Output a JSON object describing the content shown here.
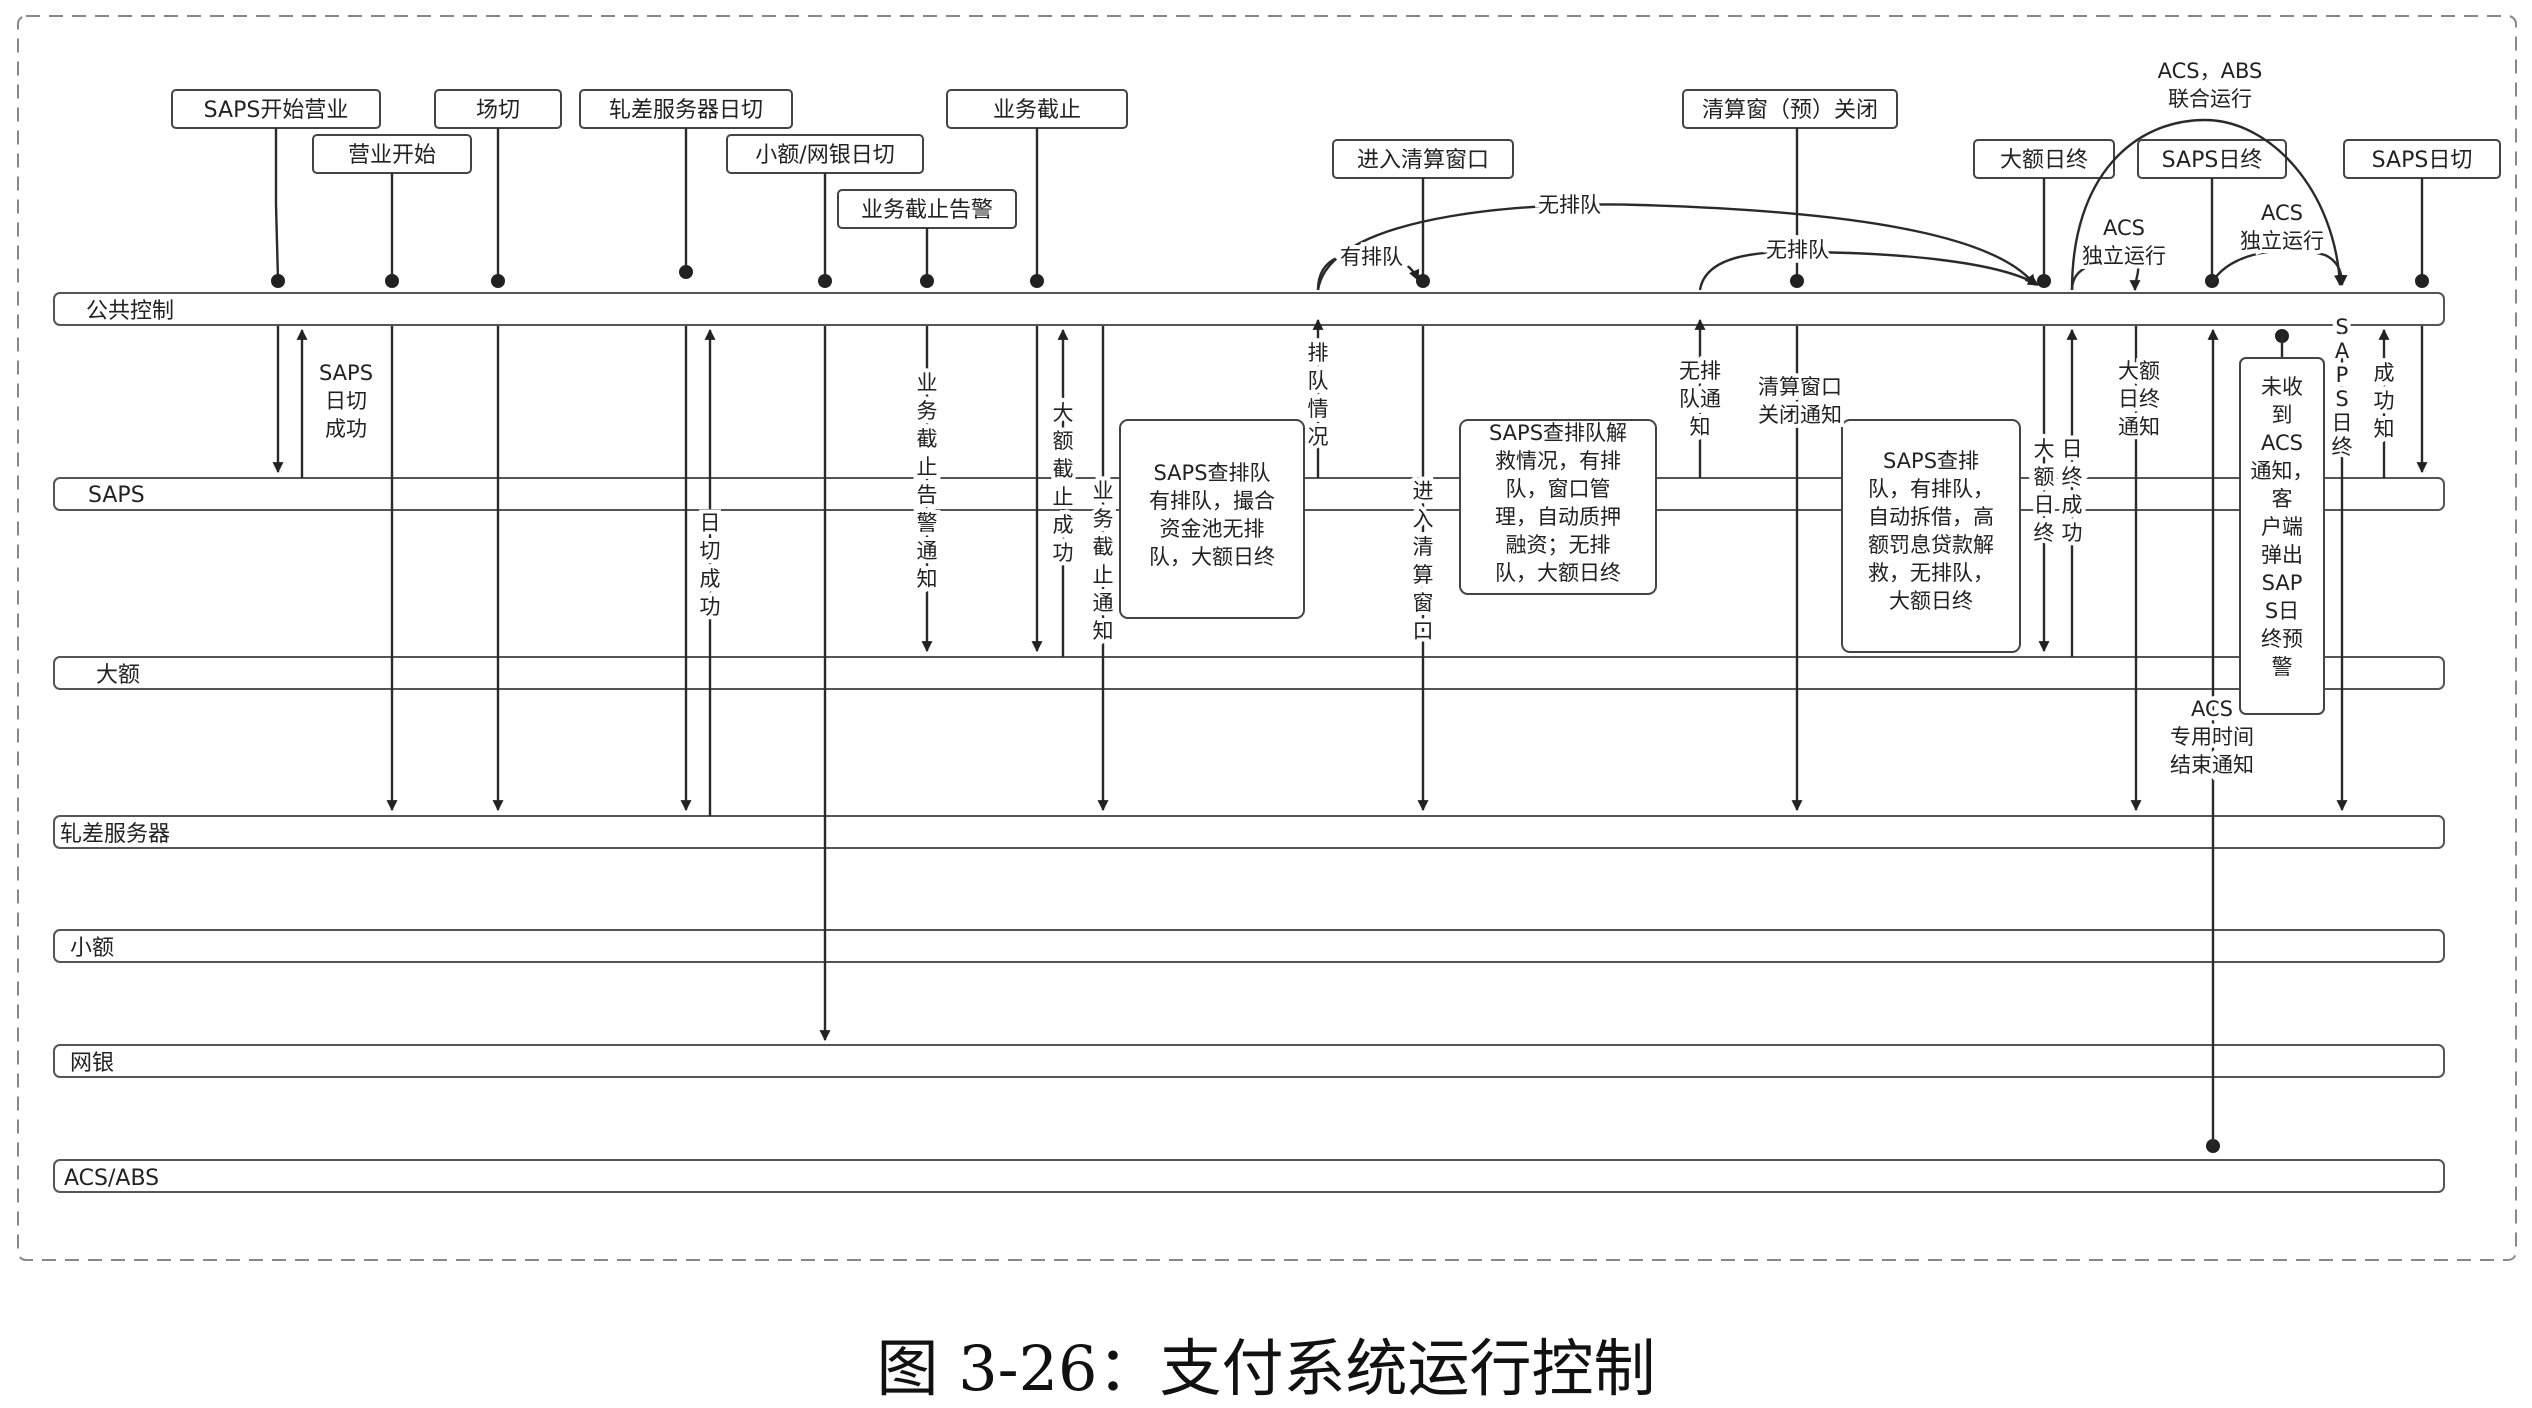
{
  "lanes": [
    {
      "id": "public",
      "label": "公共控制"
    },
    {
      "id": "saps",
      "label": "SAPS"
    },
    {
      "id": "large",
      "label": "大额"
    },
    {
      "id": "netting",
      "label": "轧差服务器"
    },
    {
      "id": "small",
      "label": "小额"
    },
    {
      "id": "netbank",
      "label": "网银"
    },
    {
      "id": "acs",
      "label": "ACS/ABS"
    }
  ],
  "events": [
    {
      "id": "saps-open",
      "text": "SAPS开始营业"
    },
    {
      "id": "biz-start",
      "text": "营业开始"
    },
    {
      "id": "field-switch",
      "text": "场切"
    },
    {
      "id": "netting-daycut",
      "text": "轧差服务器日切"
    },
    {
      "id": "small-daycut",
      "text": "小额/网银日切"
    },
    {
      "id": "biz-cutoff-alert",
      "text": "业务截止告警"
    },
    {
      "id": "biz-cutoff",
      "text": "业务截止"
    },
    {
      "id": "enter-window",
      "text": "进入清算窗口"
    },
    {
      "id": "window-close",
      "text": "清算窗（预）关闭"
    },
    {
      "id": "large-eod",
      "text": "大额日终"
    },
    {
      "id": "saps-eod",
      "text": "SAPS日终"
    },
    {
      "id": "saps-daycut",
      "text": "SAPS日切"
    }
  ],
  "acs_joint": [
    "ACS，ABS",
    "联合运行"
  ],
  "process_boxes": [
    {
      "id": "box1",
      "lines": [
        "SAPS查排队",
        "有排队，撮合",
        "资金池无排",
        "队，大额日终"
      ]
    },
    {
      "id": "box2",
      "lines": [
        "SAPS查排队解",
        "救情况，有排",
        "队，窗口管",
        "理，自动质押",
        "融资；无排",
        "队，大额日终"
      ]
    },
    {
      "id": "box3",
      "lines": [
        "SAPS查排",
        "队，有排队，",
        "自动拆借，高",
        "额罚息贷款解",
        "救，无排队，",
        "大额日终"
      ]
    },
    {
      "id": "box4",
      "lines": [
        "未收",
        "到",
        "ACS",
        "通知，",
        "客",
        "户端",
        "弹出",
        "SAP",
        "S日",
        "终预",
        "警"
      ]
    }
  ],
  "arrow_labels": {
    "saps_daycut_ok": [
      "SAPS",
      "日切",
      "成功"
    ],
    "daycut_ok": [
      "日",
      "切",
      "成",
      "功"
    ],
    "cutoff_alert_notice": [
      "业",
      "务",
      "截",
      "止",
      "告",
      "警",
      "通",
      "知"
    ],
    "large_cutoff_ok": [
      "大",
      "额",
      "截",
      "止",
      "成",
      "功"
    ],
    "cutoff_notice": [
      "业",
      "务",
      "截",
      "止",
      "通",
      "知"
    ],
    "queue_status": [
      "排",
      "队",
      "情",
      "况"
    ],
    "enter_window_v": [
      "进",
      "入",
      "清",
      "算",
      "窗",
      "口"
    ],
    "no_queue_notice": [
      "无排",
      "队通",
      "知"
    ],
    "window_close_notice": [
      "清算窗口",
      "关闭通知"
    ],
    "large_eod_v": [
      "大",
      "额",
      "日",
      "终"
    ],
    "eod_ok": [
      "日",
      "终",
      "成",
      "功"
    ],
    "large_eod_notice": [
      "大额",
      "日终",
      "通知"
    ],
    "saps_eod_v": [
      "S",
      "A",
      "P",
      "S",
      "日",
      "终"
    ],
    "ok_notice": [
      "成",
      "功",
      "知"
    ],
    "acs_end_notice": [
      "ACS",
      "专用时间",
      "结束通知"
    ],
    "acs_solo_1": [
      "ACS",
      "独立运行"
    ],
    "acs_solo_2": [
      "ACS",
      "独立运行"
    ],
    "has_queue": "有排队",
    "no_queue_1": "无排队",
    "no_queue_2": "无排队"
  },
  "caption": "图 3-26：支付系统运行控制"
}
